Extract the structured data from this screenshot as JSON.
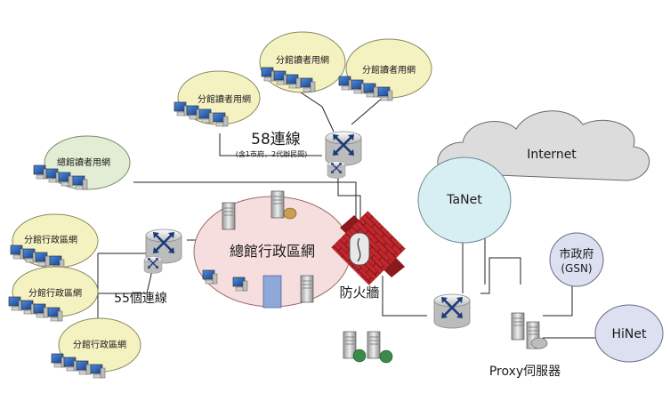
{
  "colors": {
    "reader_bubble": "#f5f2c2",
    "reader_bubble_border": "#8a8a60",
    "hq_reader_bubble": "#e3edd3",
    "admin_net": "#f7dede",
    "cloud_fill": "#dcdcdc",
    "cloud_border": "#6a6a6a",
    "tanet": "#d7eef2",
    "gsn_hinet": "#dde0f0",
    "firewall": "#c1272d",
    "line": "#222222"
  },
  "labels": {
    "branch_reader_1": "分館讀者用網",
    "branch_reader_2": "分館讀者用網",
    "branch_reader_3": "分館讀者用網",
    "hq_reader": "總館讀者用網",
    "link58_title": "58連線",
    "link58_note": "(含1市府，2代辦民間)",
    "branch_admin_1": "分館行政區網",
    "branch_admin_2": "分館行政區網",
    "branch_admin_3": "分館行政區網",
    "link55": "55個連線",
    "hq_admin": "總館行政區網",
    "firewall": "防火牆",
    "internet": "Internet",
    "tanet": "TaNet",
    "gsn_title": "市政府",
    "gsn_sub": "(GSN)",
    "hinet": "HiNet",
    "proxy": "Proxy伺服器"
  }
}
